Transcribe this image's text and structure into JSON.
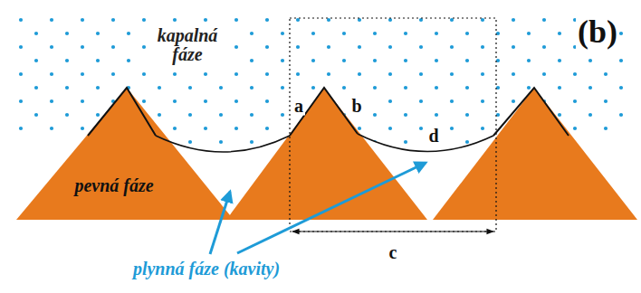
{
  "diagram": {
    "labels": [
      "kapalná fáze",
      "(b)",
      "a",
      "b",
      "d",
      "c",
      "pevná fáze",
      "plynná fáze (kavity)"
    ]
  }
}
